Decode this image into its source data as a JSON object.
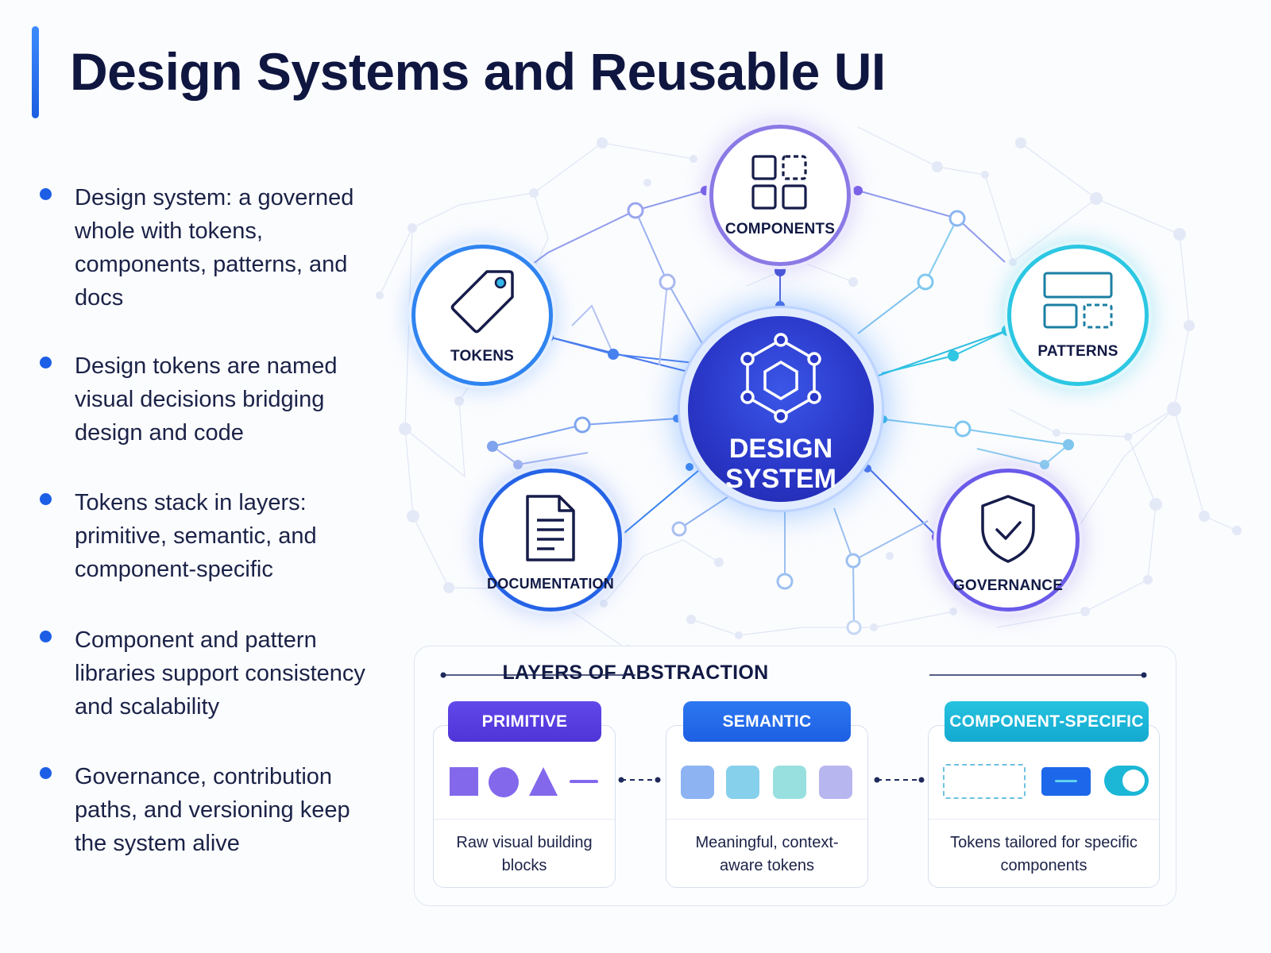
{
  "title": "Design Systems and Reusable UI",
  "bullets": [
    "Design system: a governed whole with tokens, components, patterns, and docs",
    "Design tokens are named visual decisions bridging design and code",
    "Tokens stack in layers: primitive, semantic, and component-specific",
    "Component and pattern libraries support consistency and scalability",
    "Governance, contribution paths, and versioning keep the system alive"
  ],
  "diagram": {
    "center": {
      "label_line1": "DESIGN",
      "label_line2": "SYSTEM",
      "icon": "hexagon-network-icon"
    },
    "nodes": {
      "components": {
        "label": "COMPONENTS",
        "icon": "grid-icon"
      },
      "tokens": {
        "label": "TOKENS",
        "icon": "tag-icon"
      },
      "patterns": {
        "label": "PATTERNS",
        "icon": "layout-icon"
      },
      "documentation": {
        "label": "DOCUMENTATION",
        "icon": "document-icon"
      },
      "governance": {
        "label": "GOVERNANCE",
        "icon": "shield-check-icon"
      }
    }
  },
  "layers": {
    "title": "LAYERS OF ABSTRACTION",
    "primitive": {
      "label": "PRIMITIVE",
      "description": "Raw visual building blocks",
      "color": "#5a3fe0"
    },
    "semantic": {
      "label": "SEMANTIC",
      "description": "Meaningful, context-aware tokens",
      "color": "#2168ea"
    },
    "component": {
      "label": "COMPONENT-SPECIFIC",
      "description": "Tokens tailored for specific components",
      "color": "#1bb6d6"
    }
  },
  "colors": {
    "accent_blue": "#1c5fe6",
    "accent_purple": "#6a5be8",
    "accent_cyan": "#22c4e0",
    "title_navy": "#0f1640"
  }
}
